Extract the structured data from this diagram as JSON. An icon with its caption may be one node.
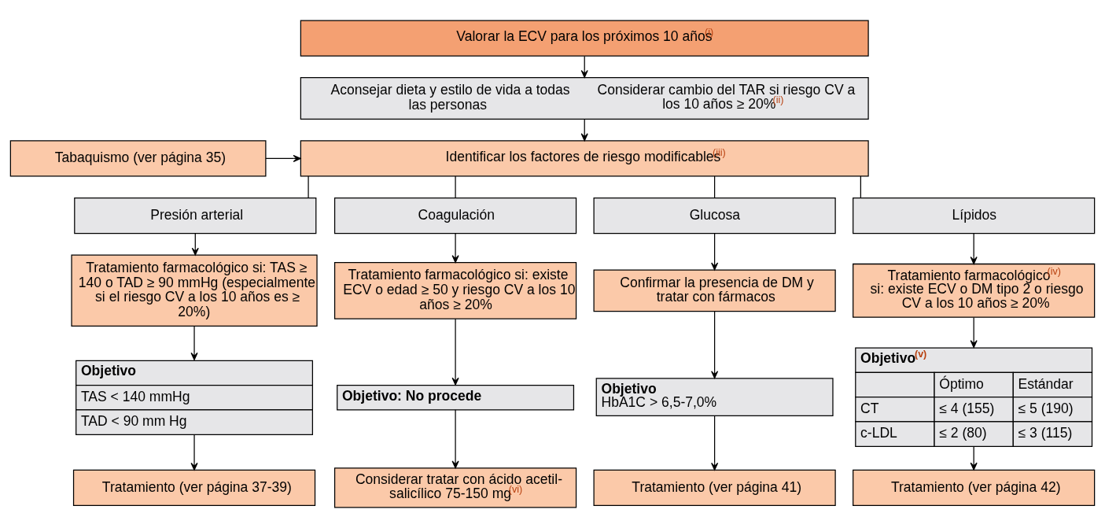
{
  "diagram": {
    "nodes": [
      {
        "text": [
          "Valorar la ECV para los próximos 10 años$^{(i)}$"
        ]
      },
      {
        "text": [
          "Aconsejar dieta y estilo de vida a todas las personas",
          "Considerar cambio del TAR si riesgo CV a los 10 años ≥ 20%$^{(ii)}$"
        ]
      },
      {
        "text": [
          "Tabaquismo (ver página 35)"
        ]
      },
      {
        "text": [
          "Identificar los factores de riesgo modificables$^{(iii)}$"
        ]
      },
      {
        "text": [
          "Presión arterial"
        ]
      },
      {
        "text": [
          "Coagulación"
        ]
      },
      {
        "text": [
          "Glucosa"
        ]
      },
      {
        "text": [
          "Lípidos"
        ]
      },
      {
        "text": [
          "Tratamiento farmacológico si: TAS ≥ 140 o TAD ≥ 90 mmHg (especialmente si el riesgo CV a los 10 años es ≥ 20%)"
        ]
      },
      {
        "text": [
          "Tratamiento farmacológico si: existe ECV o edad ≥ 50 y riesgo CV a los 10 años ≥ 20%"
        ]
      },
      {
        "text": [
          "Confirmar la presencia de DM y tratar con fármacos"
        ]
      },
      {
        "text": [
          "Tratamiento farmacológico$^{(iv)}$ si: existe ECV o DM tipo 2 o riesgo CV a los 10 años ≥ 20%"
        ]
      },
      {
        "text": [
          "Objetivo",
          "TAS < 140 mmHg",
          "TAD < 90 mm Hg"
        ]
      },
      {
        "text": [
          "Tratamiento (ver página 37-39)"
        ]
      },
      {
        "text": [
          "Objetivo: No procede"
        ]
      },
      {
        "text": [
          "Considerar tratar con ácido acetil-salicílico 75-150 mg$^{(vi)}$"
        ]
      },
      {
        "text": [
          "Objetivo",
          "HbA1C > 6,5-7,0%"
        ]
      },
      {
        "text": [
          "Tratamiento (ver página 41)"
        ]
      },
      {
        "text": [
          "Objetivo$^{(v)}$",
          "Óptimo",
          "Estándar",
          "CT",
          "≤ 4 (155)",
          "≤ 5 (190)",
          "c-LDL",
          "≤ 2 (80)",
          "≤ 3 (115)"
        ]
      },
      {
        "text": [
          "Tratamiento (ver página 42)"
        ]
      }
    ],
    "edges": [
      {
        "from": 0,
        "to": 1,
        "arrow": "to"
      },
      {
        "from": 1,
        "to": 3,
        "arrow": "to"
      },
      {
        "from": 2,
        "to": 3,
        "arrow": "to"
      },
      {
        "from": 3,
        "to": 4,
        "arrow": "none"
      },
      {
        "from": 3,
        "to": 5,
        "arrow": "none"
      },
      {
        "from": 3,
        "to": 6,
        "arrow": "none"
      },
      {
        "from": 3,
        "to": 7,
        "arrow": "none"
      },
      {
        "from": 4,
        "to": 8,
        "arrow": "to"
      },
      {
        "from": 8,
        "to": 12,
        "arrow": "to"
      },
      {
        "from": 12,
        "to": 13,
        "arrow": "to"
      },
      {
        "from": 5,
        "to": 9,
        "arrow": "to"
      },
      {
        "from": 9,
        "to": 14,
        "arrow": "to"
      },
      {
        "from": 14,
        "to": 15,
        "arrow": "to"
      },
      {
        "from": 6,
        "to": 10,
        "arrow": "to"
      },
      {
        "from": 10,
        "to": 16,
        "arrow": "to"
      },
      {
        "from": 16,
        "to": 17,
        "arrow": "to"
      },
      {
        "from": 7,
        "to": 11,
        "arrow": "to"
      },
      {
        "from": 11,
        "to": 18,
        "arrow": "to"
      },
      {
        "from": 18,
        "to": 19,
        "arrow": "to"
      }
    ]
  }
}
